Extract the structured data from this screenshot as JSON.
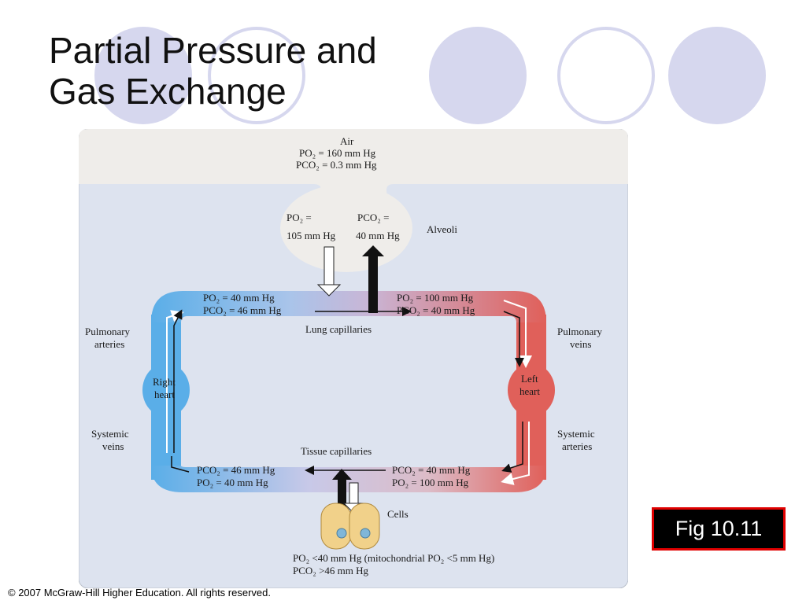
{
  "slide": {
    "title": "Partial Pressure and\nGas Exchange",
    "figure_label": "Fig 10.11",
    "copyright": "© 2007 McGraw-Hill Higher Education. All rights reserved.",
    "accent_color": "#d6d7ee",
    "badge_border_color": "#e00000"
  },
  "diagram": {
    "air": {
      "title": "Air",
      "po2": "PO₂ = 160 mm Hg",
      "pco2": "PCO₂ = 0.3 mm Hg"
    },
    "alveoli": {
      "label": "Alveoli",
      "po2_label": "PO₂ =",
      "po2_value": "105 mm Hg",
      "pco2_label": "PCO₂ =",
      "pco2_value": "40 mm Hg"
    },
    "lung_capillaries": {
      "label": "Lung capillaries",
      "left_po2": "PO₂ = 40 mm Hg",
      "left_pco2": "PCO₂ = 46 mm Hg",
      "right_po2": "PO₂ = 100 mm Hg",
      "right_pco2": "PCO₂ = 40 mm Hg"
    },
    "tissue_capillaries": {
      "label": "Tissue capillaries",
      "left_pco2": "PCO₂ = 46 mm Hg",
      "left_po2": "PO₂ = 40 mm Hg",
      "right_pco2": "PCO₂ = 40 mm Hg",
      "right_po2": "PO₂ = 100 mm Hg"
    },
    "vessels": {
      "pulmonary_arteries": [
        "Pulmonary",
        "arteries"
      ],
      "pulmonary_veins": [
        "Pulmonary",
        "veins"
      ],
      "systemic_veins": [
        "Systemic",
        "veins"
      ],
      "systemic_arteries": [
        "Systemic",
        "arteries"
      ],
      "right_heart": [
        "Right",
        "heart"
      ],
      "left_heart": [
        "Left",
        "heart"
      ]
    },
    "cells": {
      "label": "Cells",
      "po2": "PO₂ <40 mm Hg (mitochondrial PO₂ <5 mm Hg)",
      "pco2": "PCO₂ >46 mm Hg"
    },
    "colors": {
      "deoxygenated": "#5aaee8",
      "oxygenated": "#e0605a",
      "background": "#dde3ef",
      "air": "#efedea"
    }
  }
}
